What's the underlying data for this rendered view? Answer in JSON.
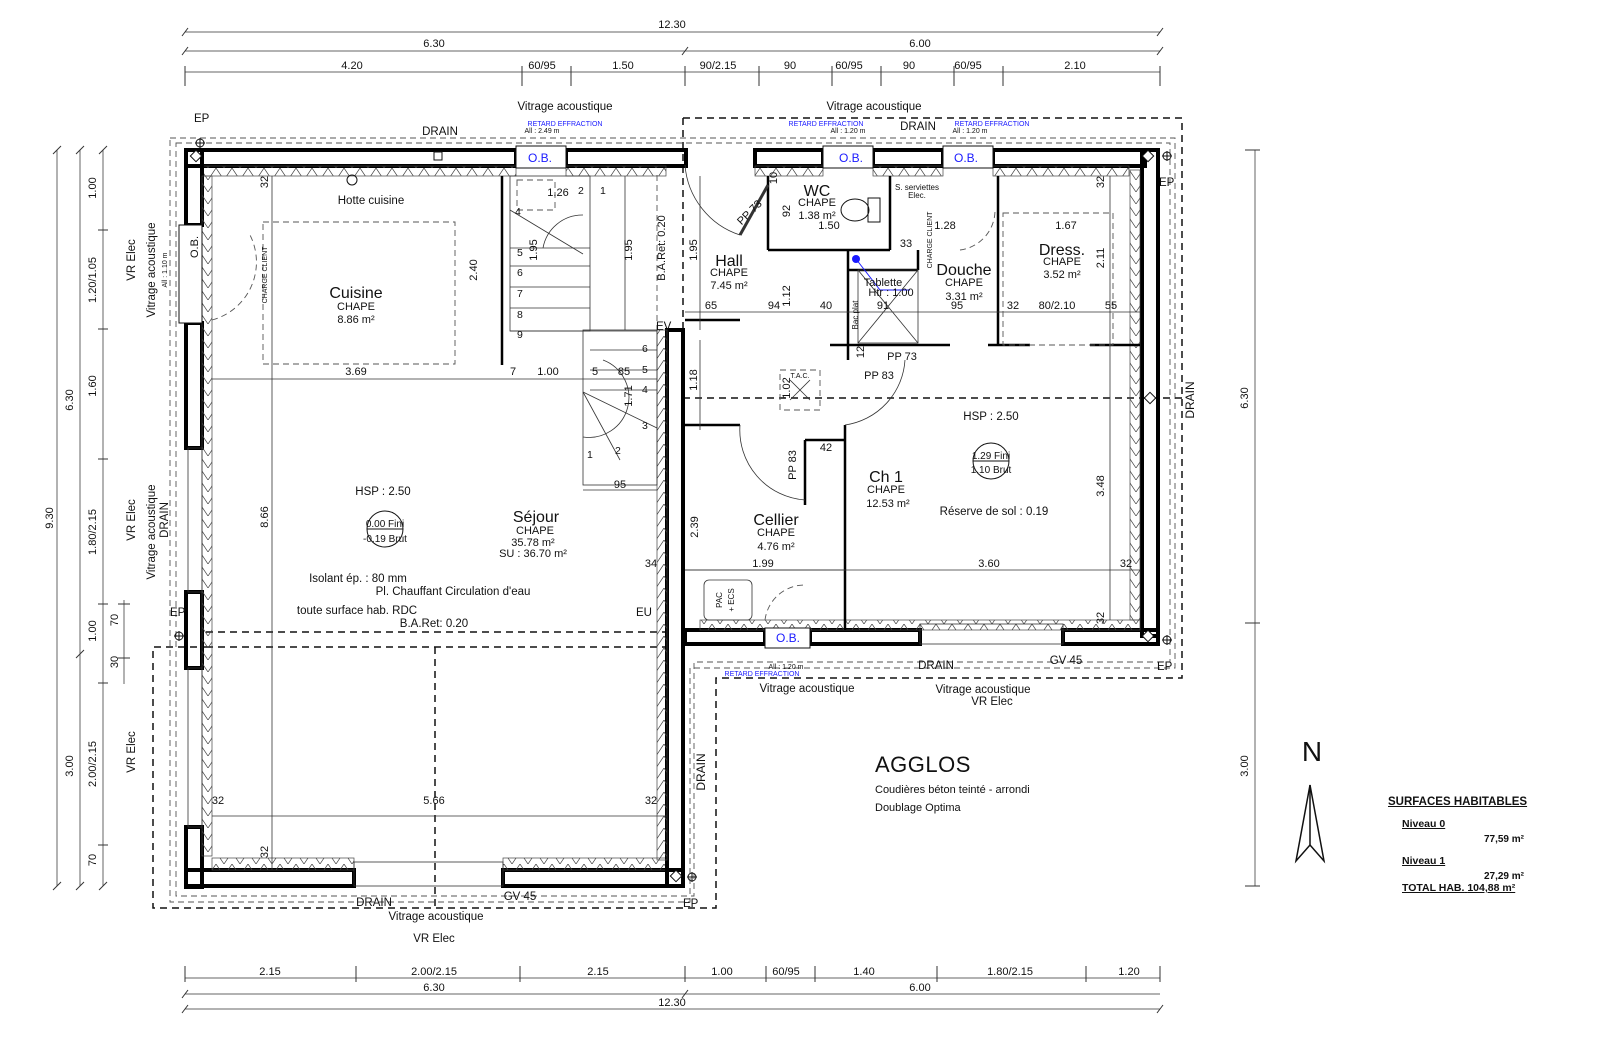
{
  "plan": {
    "title": "AGGLOS",
    "notes": [
      "Coudières béton teinté - arrondi",
      "Doublage Optima"
    ],
    "north_label": "N",
    "general_notes": {
      "isolant": "Isolant ép. : 80 mm",
      "chauffage": "Pl. Chauffant Circulation d'eau",
      "surface": "toute surface hab. RDC",
      "ba_ret_bottom": "B.A.Ret: 0.20",
      "ba_ret_vertical": "B.A.Ret: 0.20"
    }
  },
  "dimensions": {
    "top_total": "12.30",
    "top_halves": [
      "6.30",
      "6.00"
    ],
    "top_segments": [
      "4.20",
      "60/95",
      "1.50",
      "90/2.15",
      "90",
      "60/95",
      "90",
      "60/95",
      "2.10"
    ],
    "bottom_segments": [
      "2.15",
      "2.00/2.15",
      "2.15",
      "1.00",
      "60/95",
      "1.40",
      "1.80/2.15",
      "1.20"
    ],
    "bottom_halves": [
      "6.30",
      "6.00"
    ],
    "bottom_total": "12.30",
    "left_total": "9.30",
    "left_halves": [
      "6.30",
      "3.00"
    ],
    "left_segments": [
      "1.00",
      "1.20/1.05",
      "1.60",
      "1.80/2.15",
      "1.00",
      "2.00/2.15",
      "70"
    ],
    "left_small": [
      "70",
      "30"
    ],
    "right_segments": [
      "6.30",
      "3.00"
    ]
  },
  "rooms": [
    {
      "name": "Cuisine",
      "finish": "CHAPE",
      "area": "8.86 m²"
    },
    {
      "name": "Séjour",
      "finish": "CHAPE",
      "area": "35.78 m²",
      "su": "SU : 36.70 m²"
    },
    {
      "name": "Hall",
      "finish": "CHAPE",
      "area": "7.45 m²"
    },
    {
      "name": "WC",
      "finish": "CHAPE",
      "area": "1.38 m²"
    },
    {
      "name": "Douche",
      "finish": "CHAPE",
      "area": "3.31 m²"
    },
    {
      "name": "Dress.",
      "finish": "CHAPE",
      "area": "3.52 m²"
    },
    {
      "name": "Ch 1",
      "finish": "CHAPE",
      "area": "12.53 m²"
    },
    {
      "name": "Cellier",
      "finish": "CHAPE",
      "area": "4.76 m²"
    }
  ],
  "levels": {
    "sejour": {
      "hsp": "HSP : 2.50",
      "fini": "0.00 Fini",
      "brut": "-0.19 Brut"
    },
    "ch1": {
      "hsp": "HSP : 2.50",
      "fini": "1.29 Fini",
      "brut": "1.10 Brut",
      "reserve": "Réserve de sol : 0.19"
    }
  },
  "labels": {
    "vitrage": "Vitrage acoustique",
    "drain": "DRAIN",
    "ep": "EP",
    "ev": "EV",
    "eu": "EU",
    "ob": "O.B.",
    "retard": "RETARD EFFRACTION",
    "all_249": "All : 2.49 m",
    "all_120": "All : 1.20 m",
    "all_110": "All : 1.10 m",
    "vr_elec": "VR   Elec",
    "hotte": "Hotte cuisine",
    "charge_client": "CHARGE CLIENT",
    "s_serviettes": "S. serviettes",
    "elec": "Elec.",
    "tablette": "Tablette",
    "htr": "Htr : 1.00",
    "bac_plat": "Bac plat",
    "tac": "T.A.C.",
    "pac": "PAC",
    "ecs": "+ ECS",
    "gv45": "GV 45",
    "pp73": "PP 73",
    "pp83": "PP 83"
  },
  "inner_dims": {
    "cuisine_w": "3.69",
    "cuisine_h": "2.40",
    "stair_w": "1.00",
    "stair_top": "1.26",
    "stair_h1": "1.95",
    "stair_h2": "1.95",
    "stair_85": "85",
    "stair_5": "5",
    "stair_171": "1.71",
    "stair_95": "95",
    "sejour_h": "8.66",
    "sejour_w": "5.66",
    "w32": "32",
    "w34": "34",
    "w7": "7",
    "hall_h": "1.95",
    "hall_65": "65",
    "hall_94": "94",
    "hall_112": "1.12",
    "hall_118": "1.18",
    "wc_92": "92",
    "wc_150": "1.50",
    "wc_10": "10",
    "d_128": "1.28",
    "d_33": "33",
    "d_40": "40",
    "d_91": "91",
    "d_95": "95",
    "dr_167": "1.67",
    "dr_211": "2.11",
    "dr_32": "32",
    "dr_80": "80/2.10",
    "dr_55": "55",
    "tac_102": "1.02",
    "c_42": "42",
    "c_239": "2.39",
    "c_199": "1.99",
    "ch_360": "3.60",
    "ch_348": "3.48",
    "w12": "12"
  },
  "stair_steps": [
    "1",
    "2",
    "3",
    "4",
    "5",
    "6",
    "7",
    "8",
    "9"
  ],
  "surfaces": {
    "title": "SURFACES HABITABLES",
    "levels": [
      {
        "label": "Niveau 0",
        "value": "77,59 m²"
      },
      {
        "label": "Niveau 1",
        "value": "27,29 m²"
      }
    ],
    "total_label": "TOTAL HAB.",
    "total_value": "104,88 m²"
  }
}
